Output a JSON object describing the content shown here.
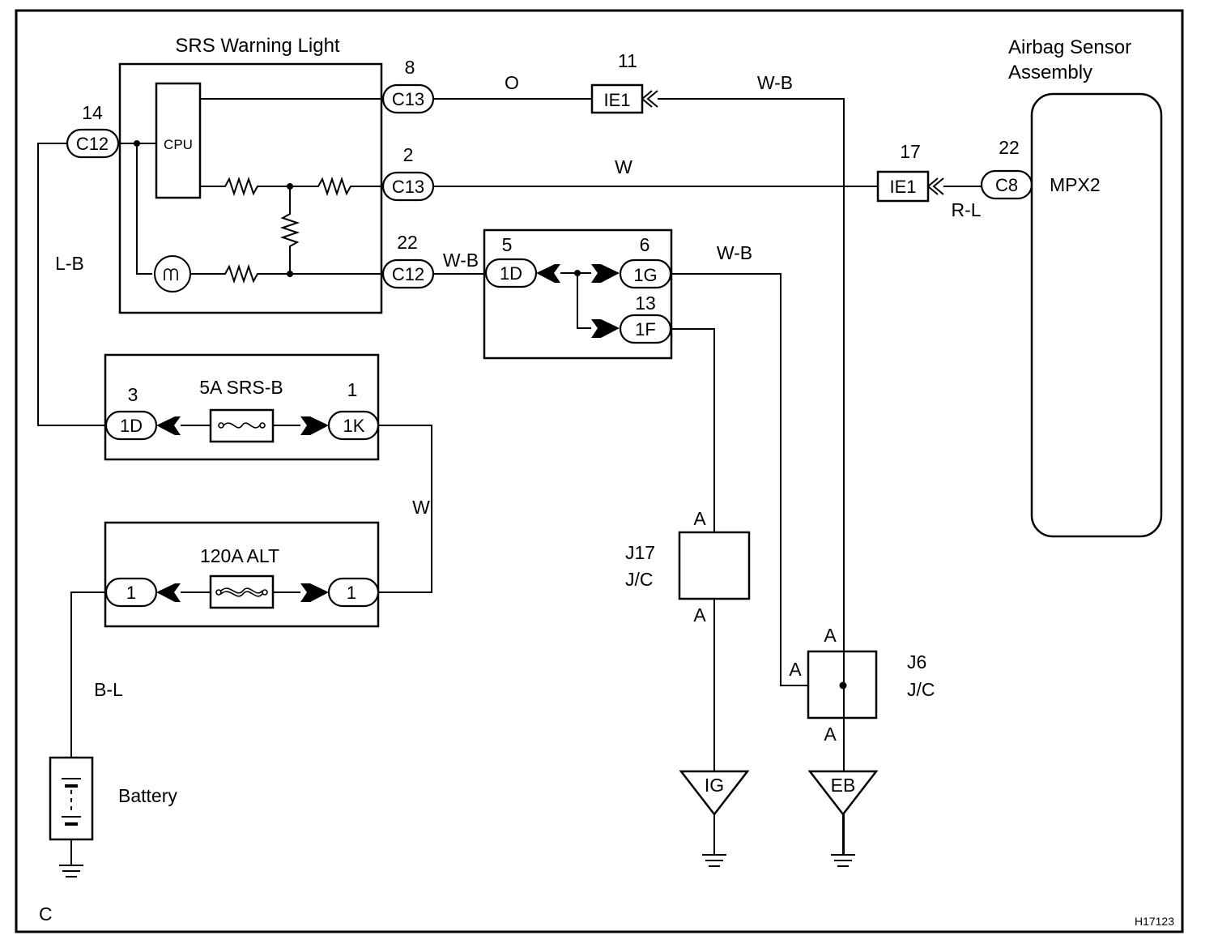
{
  "diagram": {
    "srs_light": {
      "title": "SRS Warning Light",
      "cpu": "CPU"
    },
    "airbag": {
      "title_line1": "Airbag Sensor",
      "title_line2": "Assembly",
      "mpx": "MPX2"
    },
    "fuse_srs": {
      "label": "5A SRS-B",
      "left_num": "3",
      "left_pin": "1D",
      "right_num": "1",
      "right_pin": "1K"
    },
    "fuse_alt": {
      "label": "120A ALT",
      "left_pin": "1",
      "right_pin": "1"
    },
    "jb_box": {
      "pin_1d_num": "5",
      "pin_1d": "1D",
      "pin_1g_num": "6",
      "pin_1g": "1G",
      "pin_1f_num": "13",
      "pin_1f": "1F"
    },
    "connectors": {
      "c13_top": {
        "num": "8",
        "pin": "C13"
      },
      "c13_mid": {
        "num": "2",
        "pin": "C13"
      },
      "c12_left": {
        "num": "14",
        "pin": "C12"
      },
      "c12_low": {
        "num": "22",
        "pin": "C12"
      },
      "ie1_top": {
        "num": "11",
        "pin": "IE1"
      },
      "ie1_mid": {
        "num": "17",
        "pin": "IE1"
      },
      "c8": {
        "num": "22",
        "pin": "C8"
      }
    },
    "wires": {
      "o": "O",
      "wb_top": "W-B",
      "w_mid": "W",
      "rl": "R-L",
      "lb": "L-B",
      "wb_12": "W-B",
      "wb_1g": "W-B",
      "w_fuse": "W",
      "bl": "B-L"
    },
    "j17": {
      "name": "J17",
      "type": "J/C",
      "top": "A",
      "bottom": "A"
    },
    "j6": {
      "name": "J6",
      "type": "J/C",
      "top": "A",
      "left": "A",
      "bottom": "A"
    },
    "grounds": {
      "ig": "IG",
      "eb": "EB"
    },
    "battery": "Battery",
    "corner_c": "C",
    "ref": "H17123"
  }
}
